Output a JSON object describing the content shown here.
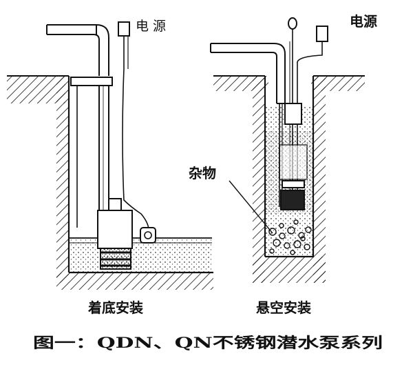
{
  "left": {
    "power_label": "电 源",
    "caption": "着底安装"
  },
  "right": {
    "power_label": "电源",
    "debris_label": "杂物",
    "caption": "悬空安装"
  },
  "figure_caption": "图一：QDN、QN不锈钢潜水泵系列"
}
